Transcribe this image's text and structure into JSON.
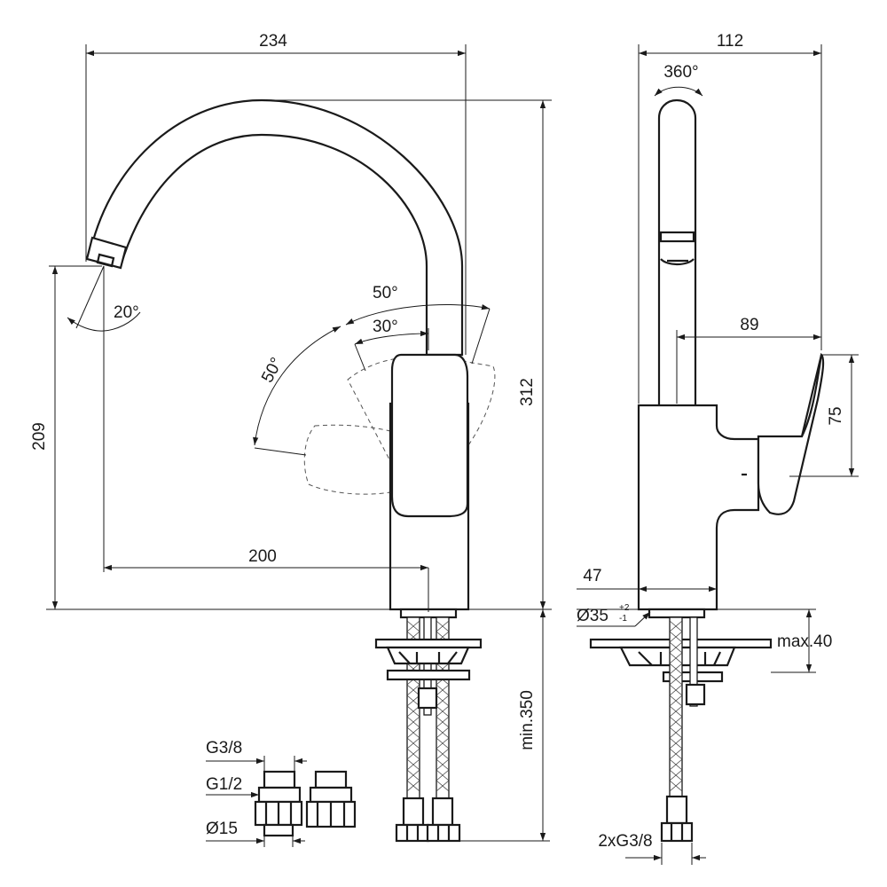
{
  "drawing": {
    "dims": {
      "width_total": "234",
      "height_total": "312",
      "spout_height": "209",
      "spout_reach": "200",
      "spout_angle": "20°",
      "lever_angle_outer": "50°",
      "lever_angle_inner": "30°",
      "lever_angle_left": "50°",
      "depth_total": "112",
      "rotation": "360°",
      "lever_reach": "89",
      "lever_height": "75",
      "body_width": "47",
      "hole_diameter": "Ø35",
      "hole_tol_plus": "+2",
      "hole_tol_minus": "-1",
      "max_deck": "max.40",
      "min_hose": "min.350",
      "thread_hose": "2xG3/8",
      "thread_g38": "G3/8",
      "thread_g12": "G1/2",
      "pipe_diameter": "Ø15"
    }
  }
}
